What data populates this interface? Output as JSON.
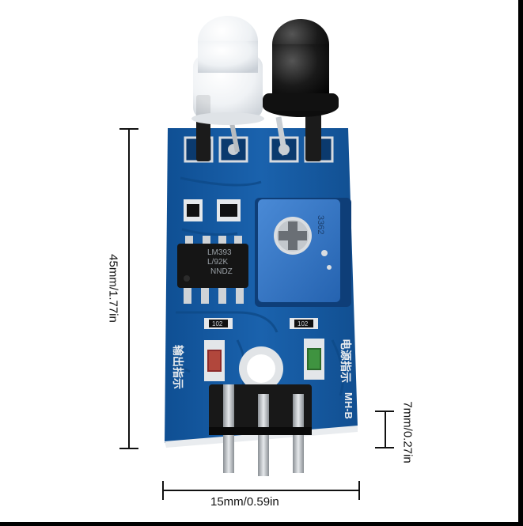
{
  "dimensions": {
    "height_label": "45mm/1.77in",
    "width_label": "15mm/0.59in",
    "pin_length_label": "7mm/0.27in"
  },
  "board": {
    "chip_text": [
      "LM393",
      "L/92K",
      "NNDZ"
    ],
    "pot_text": "3362",
    "resistor_labels": [
      "102",
      "102"
    ],
    "model_label": "MH-B",
    "left_led_label": "输出指示",
    "right_led_label": "电源指示"
  },
  "colors": {
    "pcb": "#1a5fa8",
    "pcb_dark": "#134b88",
    "background": "#ffffff",
    "frame": "#000000"
  }
}
